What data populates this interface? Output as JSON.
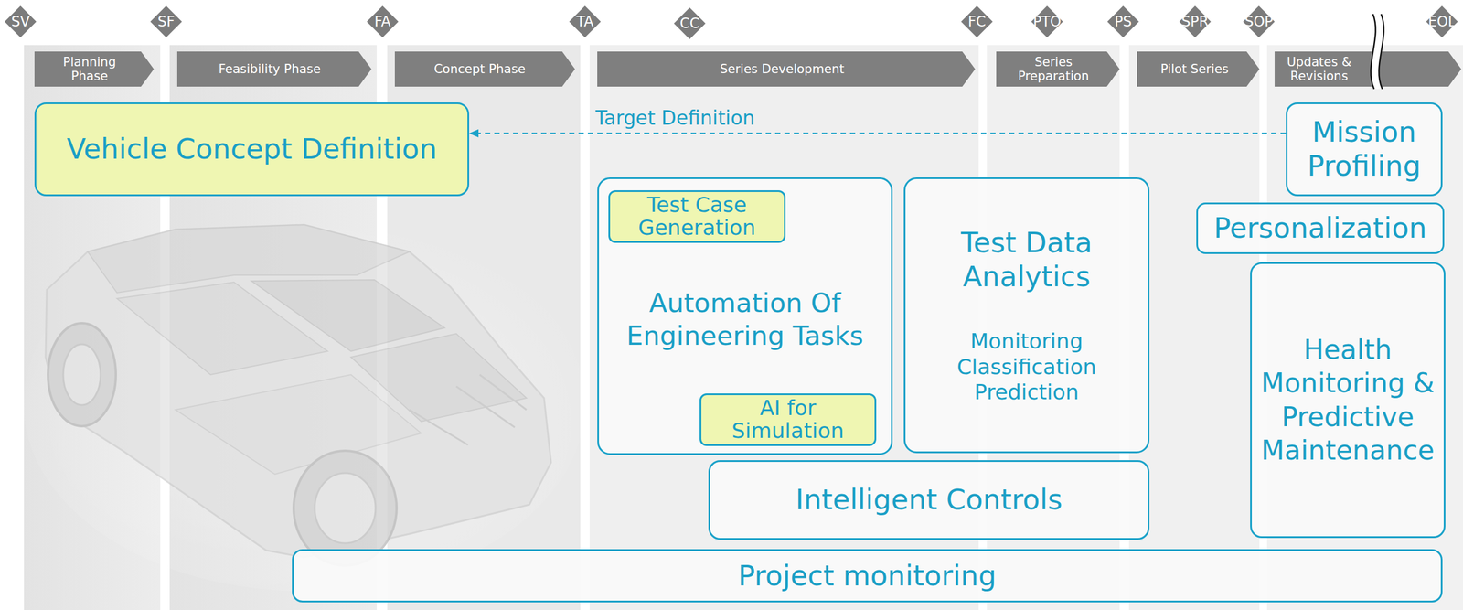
{
  "diagram": {
    "nodes": [
      {
        "text": [
          "SV"
        ]
      },
      {
        "text": [
          "SF"
        ]
      },
      {
        "text": [
          "FA"
        ]
      },
      {
        "text": [
          "TA"
        ]
      },
      {
        "text": [
          "CC"
        ]
      },
      {
        "text": [
          "FC"
        ]
      },
      {
        "text": [
          "PTO"
        ]
      },
      {
        "text": [
          "PS"
        ]
      },
      {
        "text": [
          "SPR"
        ]
      },
      {
        "text": [
          "SOP"
        ]
      },
      {
        "text": [
          "EOL"
        ]
      },
      {
        "text": [
          "Planning Phase"
        ]
      },
      {
        "text": [
          "Feasibility Phase"
        ]
      },
      {
        "text": [
          "Concept Phase"
        ]
      },
      {
        "text": [
          "Series Development"
        ]
      },
      {
        "text": [
          "Series Preparation"
        ]
      },
      {
        "text": [
          "Pilot Series"
        ]
      },
      {
        "text": [
          "Updates & Revisions"
        ]
      },
      {
        "text": [
          "Vehicle Concept Definition"
        ]
      },
      {
        "text": [
          "Mission Profiling"
        ]
      },
      {
        "text": [
          "Automation Of Engineering Tasks"
        ]
      },
      {
        "text": [
          "Test Case Generation"
        ],
        "in": 20
      },
      {
        "text": [
          "AI for Simulation"
        ],
        "in": 20
      },
      {
        "text": [
          "Test Data Analytics",
          "Monitoring Classification Prediction"
        ]
      },
      {
        "text": [
          "Personalization"
        ]
      },
      {
        "text": [
          "Health Monitoring & Predictive Maintenance"
        ]
      },
      {
        "text": [
          "Intelligent Controls"
        ]
      },
      {
        "text": [
          "Project monitoring"
        ]
      }
    ],
    "edges": [
      {
        "from": 19,
        "to": 18,
        "label": "Target Definition",
        "arrow": "to"
      }
    ]
  }
}
